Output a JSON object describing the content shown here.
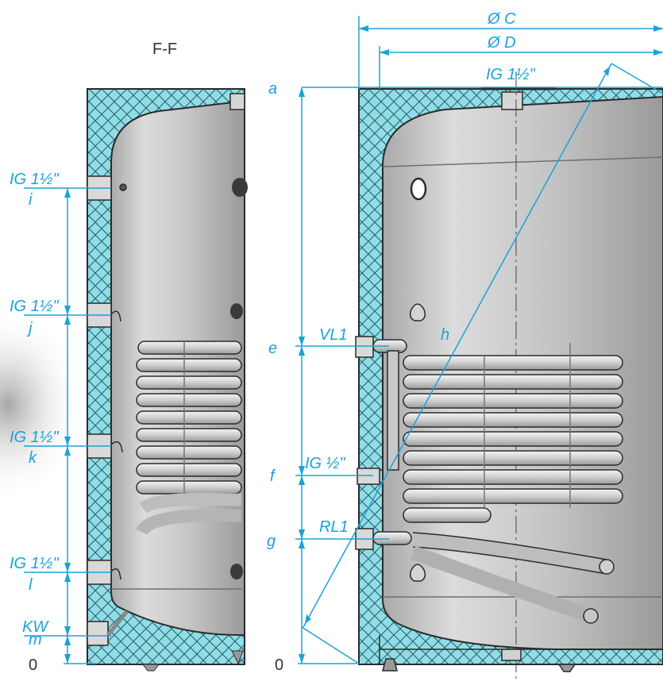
{
  "section_title": "F-F",
  "right_view": {
    "diameter_c": "Ø C",
    "diameter_d": "Ø D",
    "top_port": "IG 1½\"",
    "height_a": "a",
    "height_e": "e",
    "height_f": "f",
    "height_g": "g",
    "diagonal_h": "h",
    "zero": "0",
    "vl1": "VL1",
    "ig_half": "IG ½\"",
    "rl1": "RL1"
  },
  "left_view": {
    "port_i": "IG 1½\"",
    "label_i": "i",
    "port_j": "IG 1½\"",
    "label_j": "j",
    "port_k": "IG 1½\"",
    "label_k": "k",
    "port_l": "IG 1½\"",
    "label_l": "l",
    "port_kw": "KW",
    "label_m": "m",
    "zero": "0"
  },
  "colors": {
    "dimension": "#1aa3d6",
    "insulation": "#8fdde7",
    "tank": "#c9c9c9",
    "outline": "#2b2b2b"
  }
}
